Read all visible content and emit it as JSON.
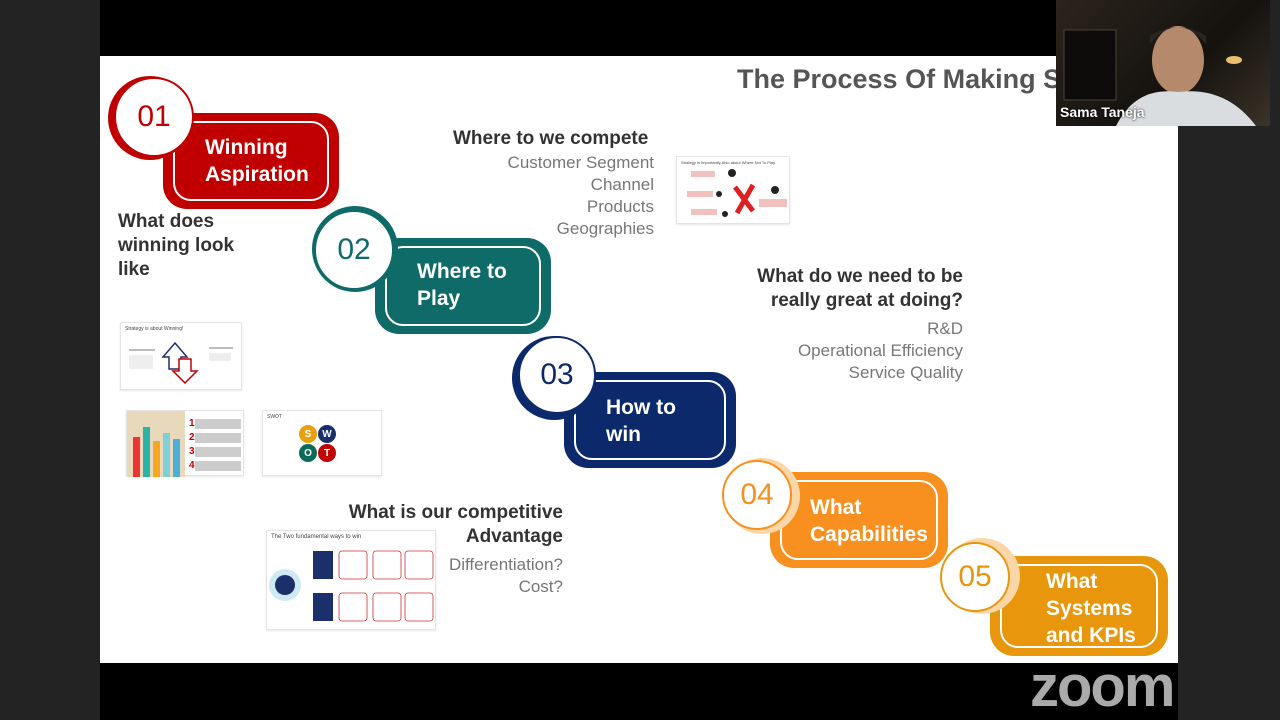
{
  "slide": {
    "title": "The Process Of Making S",
    "steps": [
      {
        "num": "01",
        "label_1": "Winning",
        "label_2": "Aspiration",
        "color": "#c00000"
      },
      {
        "num": "02",
        "label_1": "Where to",
        "label_2": "Play",
        "color": "#0e6b68"
      },
      {
        "num": "03",
        "label_1": "How to",
        "label_2": "win",
        "color": "#0c2a6b"
      },
      {
        "num": "04",
        "label_1": "What",
        "label_2": "Capabilities",
        "color": "#f7901e"
      },
      {
        "num": "05",
        "label_1": "What",
        "label_2": "Systems",
        "label_3": "and KPIs",
        "color": "#e8960c"
      }
    ],
    "q1": {
      "l1": "What does",
      "l2": "winning look",
      "l3": "like"
    },
    "q2": {
      "heading": "Where to we compete",
      "items": [
        "Customer Segment",
        "Channel",
        "Products",
        "Geographies"
      ]
    },
    "q3": {
      "l1": "What do we need to be",
      "l2": "really great at doing?",
      "items": [
        "R&D",
        "Operational Efficiency",
        "Service Quality"
      ]
    },
    "q4": {
      "l1": "What is our competitive",
      "l2": "Advantage",
      "items": [
        "Differentiation?",
        "Cost?"
      ]
    },
    "thumbs": {
      "winning": "Strategy is about Winning!",
      "play": "Strategy is Importantly Also about Where Not To Play",
      "swot": "SWOT",
      "swot_letters": [
        "S",
        "W",
        "O",
        "T"
      ],
      "ways": "The Two fundamental ways to win",
      "steps_nums": [
        "1",
        "2",
        "3",
        "4"
      ]
    }
  },
  "video": {
    "participant_name": "Sama Taneja"
  },
  "zoom_logo": "zoom"
}
